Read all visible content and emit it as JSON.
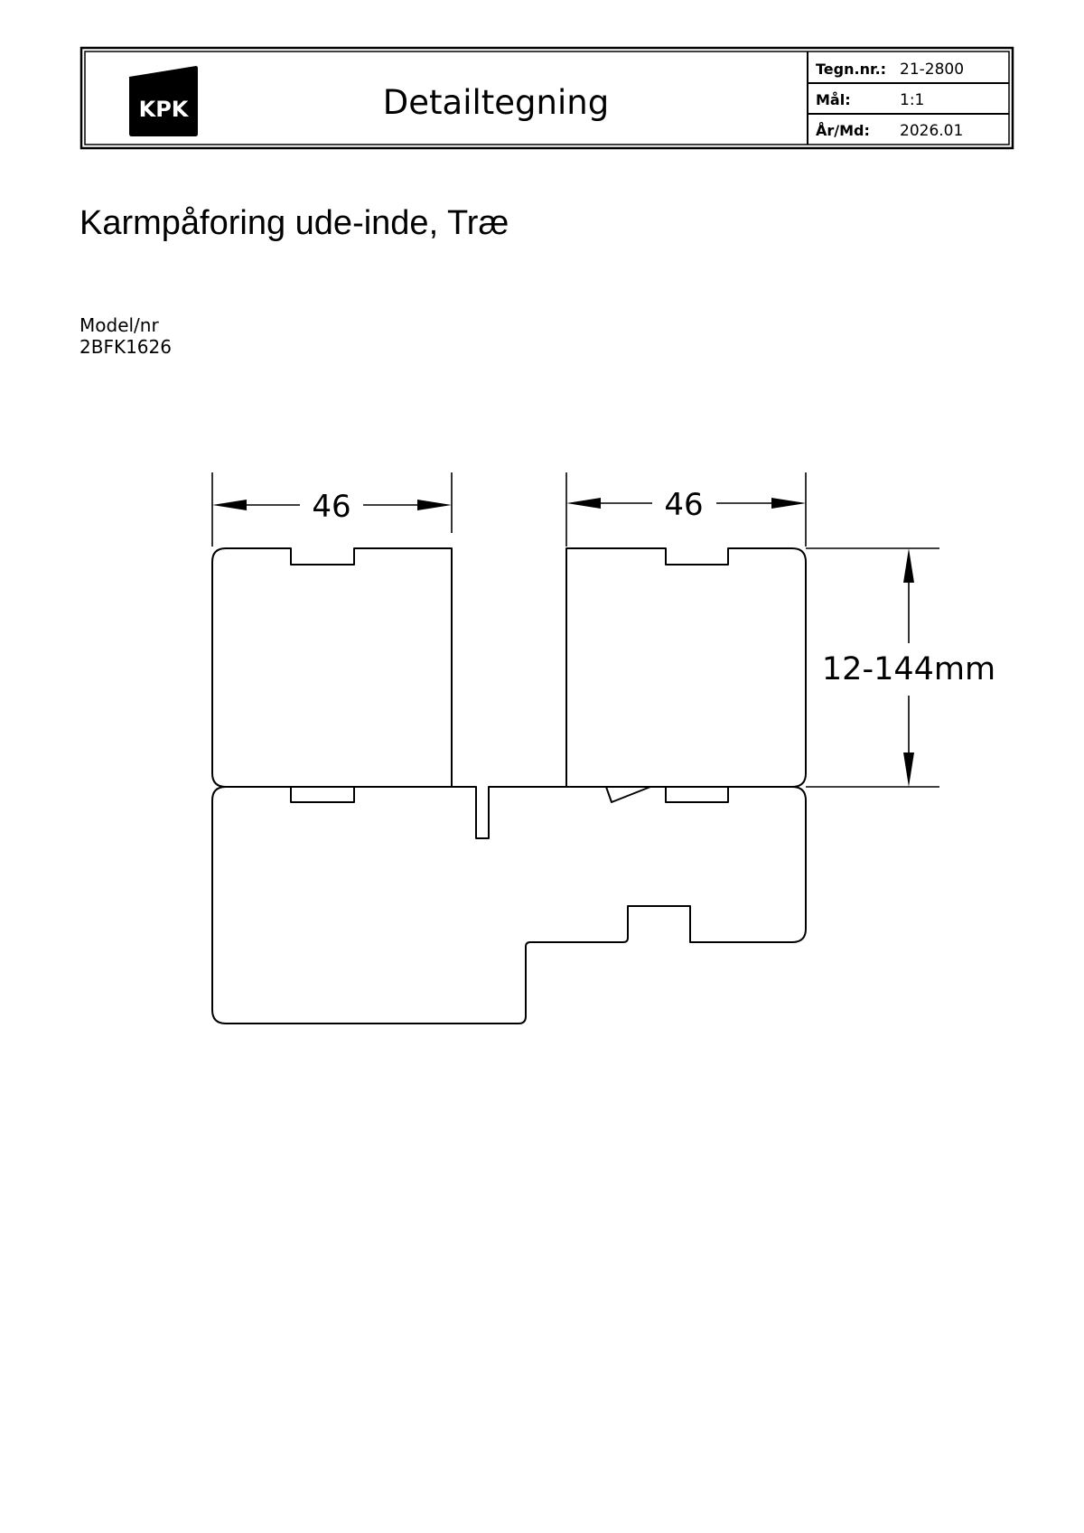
{
  "header": {
    "logo_text": "KPK",
    "title": "Detailtegning",
    "fields": [
      {
        "label": "Tegn.nr.:",
        "value": "21-2800"
      },
      {
        "label": "Mål:",
        "value": "1:1"
      },
      {
        "label": "År/Md:",
        "value": "2026.01"
      }
    ]
  },
  "document": {
    "title": "Karmpåforing ude-inde, Træ",
    "model_label": "Model/nr",
    "model_value": "2BFK1626"
  },
  "drawing": {
    "dim_left_width": "46",
    "dim_right_width": "46",
    "dim_height": "12-144mm"
  }
}
